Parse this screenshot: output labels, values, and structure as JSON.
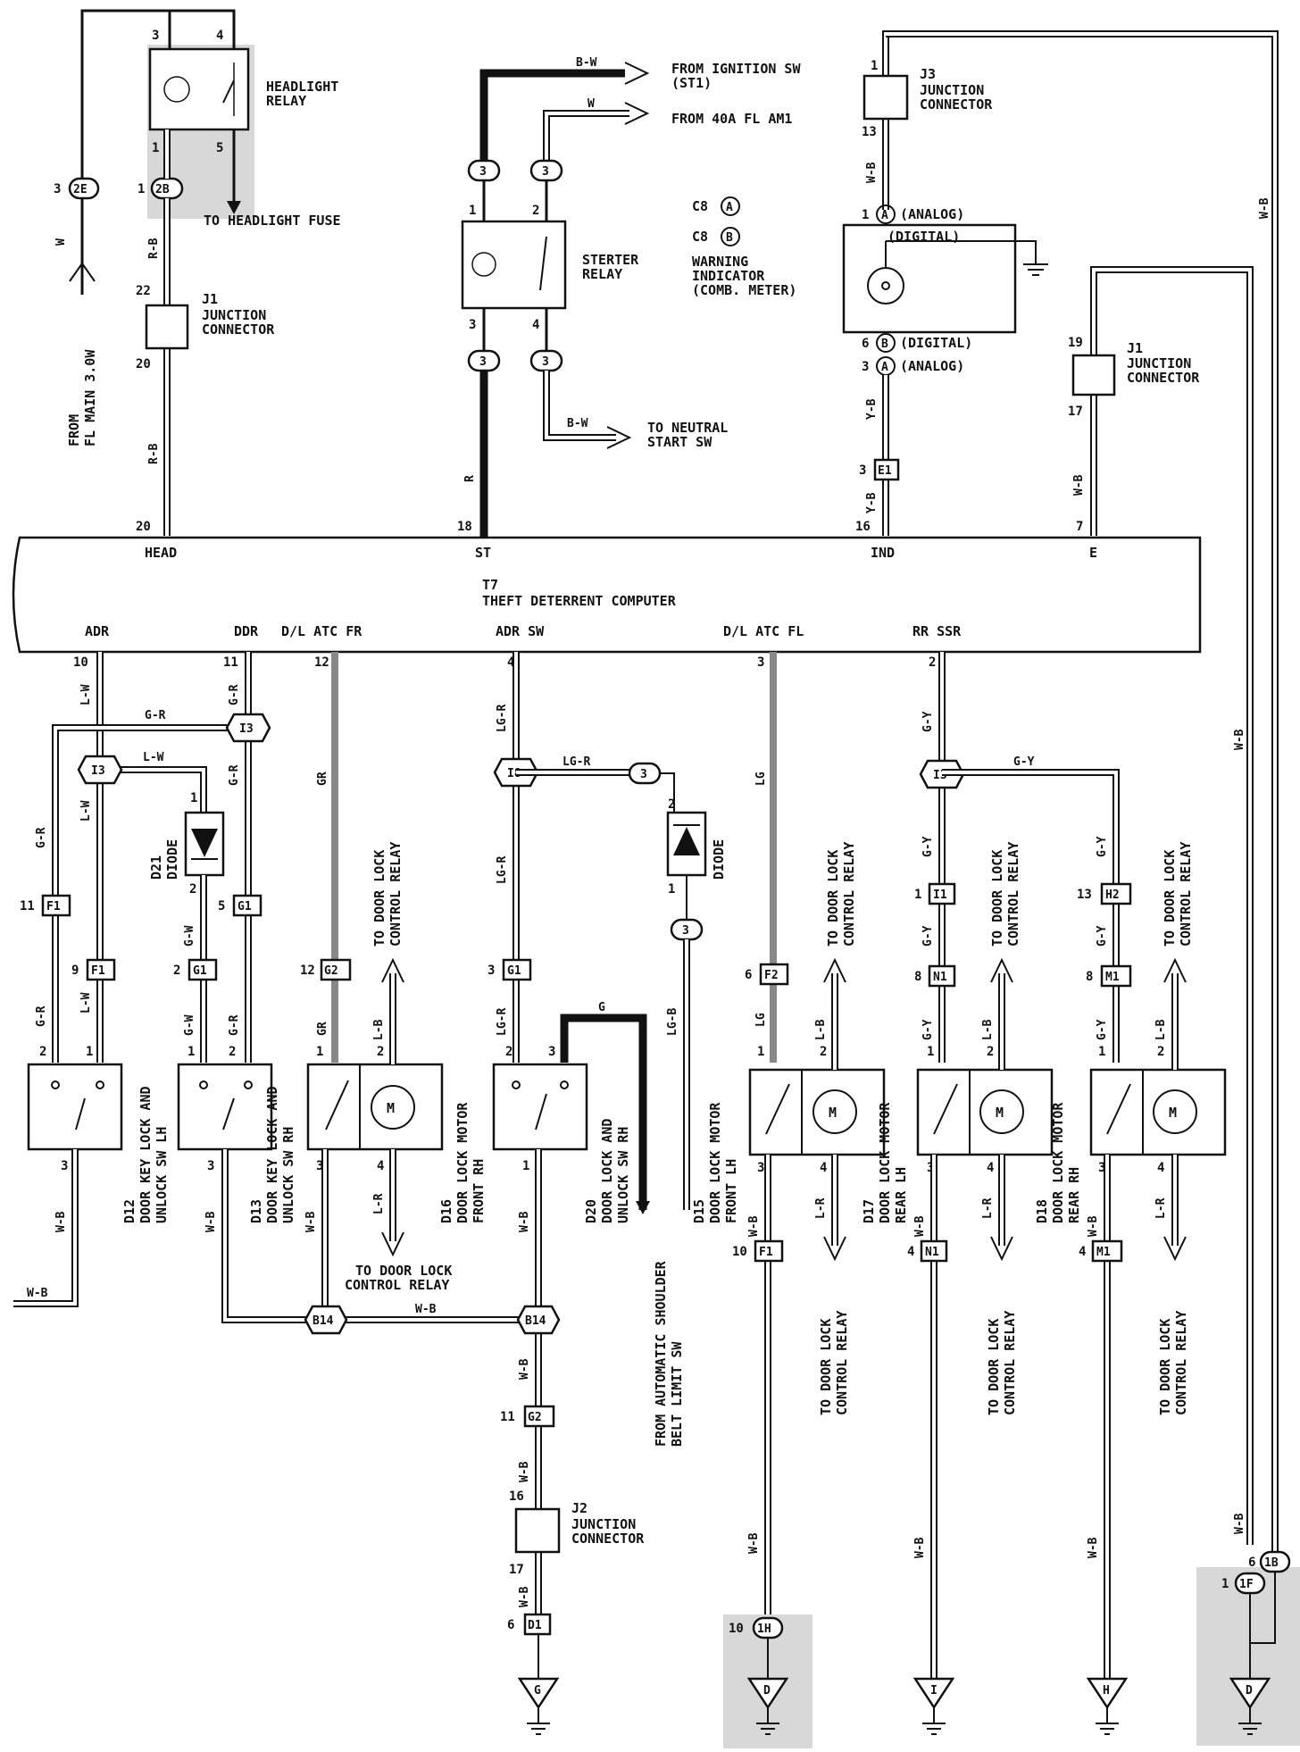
{
  "title": "",
  "computer": {
    "id": "T7",
    "name": "THEFT DETERRENT COMPUTER"
  },
  "top_terminals": [
    {
      "pin": "20",
      "name": "HEAD"
    },
    {
      "pin": "18",
      "name": "ST"
    },
    {
      "pin": "16",
      "name": "IND"
    },
    {
      "pin": "7",
      "name": "E"
    }
  ],
  "bottom_terminals": [
    {
      "pin": "10",
      "name": "ADR"
    },
    {
      "pin": "11",
      "name": "DDR"
    },
    {
      "pin": "12",
      "name": "D/L ATC FR"
    },
    {
      "pin": "4",
      "name": "ADR SW"
    },
    {
      "pin": "3",
      "name": "D/L ATC FL"
    },
    {
      "pin": "2",
      "name": "RR SSR"
    }
  ],
  "headlight_relay": {
    "label_1": "HEADLIGHT",
    "label_2": "RELAY",
    "pin_3": "3",
    "pin_4": "4",
    "pin_1": "1",
    "pin_5": "5"
  },
  "headlight": {
    "conn_2e": "2E",
    "conn_2e_pin": "3",
    "conn_2b": "2B",
    "conn_2b_pin": "1",
    "to_fuse": "TO HEADLIGHT FUSE",
    "wire_w": "W",
    "wire_rb": "R-B",
    "from_main_1": "FROM",
    "from_main_2": "FL MAIN 3.0W"
  },
  "j1_left": {
    "id": "J1",
    "label_1": "JUNCTION",
    "label_2": "CONNECTOR",
    "pin_top": "22",
    "pin_bottom": "20"
  },
  "starter": {
    "label_1": "STERTER",
    "label_2": "RELAY",
    "from_ign_1": "FROM IGNITION SW",
    "from_ign_2": "(ST1)",
    "from_40a": "FROM 40A FL AM1",
    "to_neutral_1": "TO NEUTRAL",
    "to_neutral_2": "START SW",
    "wire_bw": "B-W",
    "wire_w": "W",
    "wire_r": "R",
    "conn": "3",
    "pin_1": "1",
    "pin_2": "2",
    "pin_3": "3",
    "pin_4": "4"
  },
  "warning": {
    "c8a": "C8",
    "a": "A",
    "c8b": "C8",
    "b": "B",
    "label_1": "WARNING",
    "label_2": "INDICATOR",
    "label_3": "(COMB. METER)",
    "analog": "(ANALOG)",
    "digital": "(DIGITAL)",
    "pin_1": "1",
    "pin_6": "6",
    "pin_3": "3"
  },
  "j3": {
    "id": "J3",
    "label_1": "JUNCTION",
    "label_2": "CONNECTOR",
    "pin_top": "1",
    "pin_bottom": "13"
  },
  "j1_right": {
    "id": "J1",
    "label_1": "JUNCTION",
    "label_2": "CONNECTOR",
    "pin_top": "19",
    "pin_bottom": "17"
  },
  "j2": {
    "id": "J2",
    "label_1": "JUNCTION",
    "label_2": "CONNECTOR",
    "pin_top": "16",
    "pin_bottom": "17"
  },
  "ind_conn": {
    "pin": "3",
    "id": "E1"
  },
  "wires": {
    "wb": "W-B",
    "yb": "Y-B",
    "lw": "L-W",
    "gr": "G-R",
    "gw": "G-W",
    "grr": "GR",
    "lgr": "LG-R",
    "lg": "LG",
    "lgb": "LG-B",
    "gy": "G-Y",
    "lb": "L-B",
    "lr": "L-R",
    "g": "G"
  },
  "connectors": {
    "i3": "I3",
    "i8": "I8",
    "f1": "F1",
    "g1": "G1",
    "g2": "G2",
    "f2": "F2",
    "i1": "I1",
    "n1": "N1",
    "h2": "H2",
    "m1": "M1",
    "b14": "B14",
    "d1": "D1",
    "c1h": "1H",
    "c1f": "1F",
    "c1b": "1B",
    "c3": "3"
  },
  "pins": {
    "p1": "1",
    "p2": "2",
    "p3": "3",
    "p4": "4",
    "p5": "5",
    "p6": "6",
    "p8": "8",
    "p9": "9",
    "p10": "10",
    "p11": "11",
    "p12": "12",
    "p13": "13",
    "p16": "16",
    "p17": "17"
  },
  "diode_d21": {
    "id": "D21",
    "label": "DIODE"
  },
  "diode": {
    "label": "DIODE"
  },
  "motor_m": "M",
  "d12": {
    "id": "D12",
    "label_1": "DOOR KEY LOCK AND",
    "label_2": "UNLOCK SW LH"
  },
  "d13": {
    "id": "D13",
    "label_1": "DOOR KEY LOCK AND",
    "label_2": "UNLOCK SW RH"
  },
  "d16": {
    "id": "D16",
    "label_1": "DOOR LOCK MOTOR",
    "label_2": "FRONT RH"
  },
  "d20": {
    "id": "D20",
    "label_1": "DOOR LOCK AND",
    "label_2": "UNLOCK SW RH"
  },
  "d15": {
    "id": "D15",
    "label_1": "DOOR LOCK MOTOR",
    "label_2": "FRONT LH"
  },
  "d17": {
    "id": "D17",
    "label_1": "DOOR LOCK MOTOR",
    "label_2": "REAR LH"
  },
  "d18": {
    "id": "D18",
    "label_1": "DOOR LOCK MOTOR",
    "label_2": "REAR RH"
  },
  "relay_to_1": "TO DOOR LOCK",
  "relay_to_2": "CONTROL RELAY",
  "from_asb_1": "FROM AUTOMATIC SHOULDER",
  "from_asb_2": "BELT LIMIT SW",
  "grounds": {
    "g": "G",
    "d": "D",
    "i": "I",
    "h": "H"
  }
}
